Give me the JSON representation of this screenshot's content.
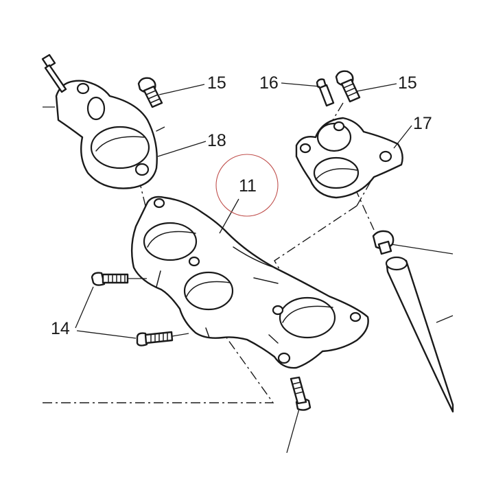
{
  "diagram": {
    "callouts": {
      "c11": "11",
      "c14": "14",
      "c15a": "15",
      "c15b": "15",
      "c16": "16",
      "c17": "17",
      "c18": "18"
    },
    "colors": {
      "line": "#1a1a1a",
      "highlight_ring": "#c0504d",
      "background": "#ffffff"
    }
  }
}
